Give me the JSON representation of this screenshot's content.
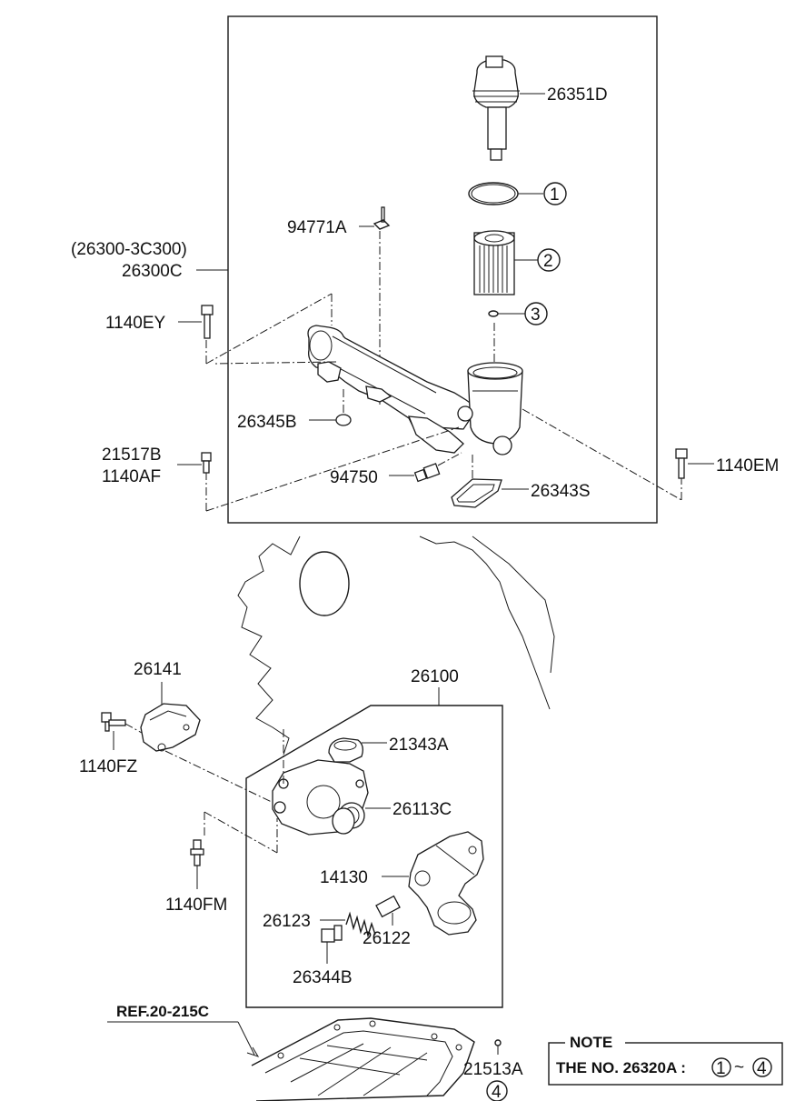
{
  "assembly": {
    "oil_filter_housing": {
      "part_alt": "(26300-3C300)",
      "part_no": "26300C"
    },
    "oil_pump": {
      "part_no": "26100"
    }
  },
  "labels": {
    "cap": "26351D",
    "o_ring": "1",
    "element": "2",
    "small_ring": "3",
    "clip": "94771A",
    "bolt_ey": "1140EY",
    "plug_b": "26345B",
    "pin_b": "21517B",
    "bolt_af": "1140AF",
    "sensor": "94750",
    "gasket": "26343S",
    "bolt_em": "1140EM",
    "cover": "26141",
    "bolt_fz": "1140FZ",
    "seal_a": "21343A",
    "seal_c": "26113C",
    "relief_body": "14130",
    "bolt_fm": "1140FM",
    "spring": "26123",
    "plunger": "26122",
    "plug_relief": "26344B",
    "oil_pan_ref": "REF.20-215C",
    "drain_plug": "21513A",
    "drain_ref": "4"
  },
  "note": {
    "title": "NOTE",
    "prefix": "THE NO. 26320A :",
    "from": "1",
    "tilde": "~",
    "to": "4"
  }
}
